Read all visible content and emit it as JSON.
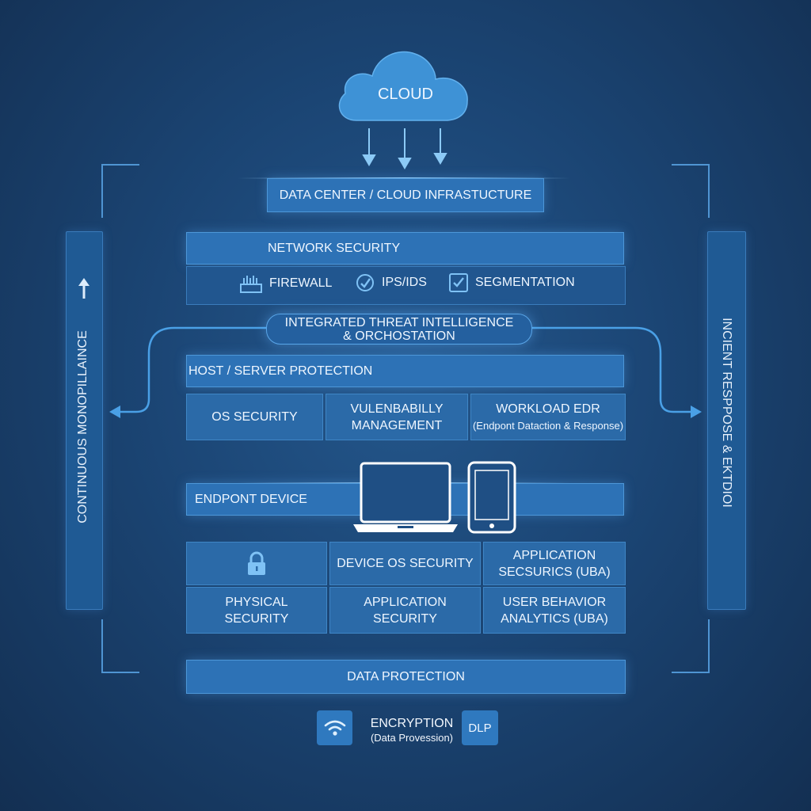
{
  "cloud": {
    "label": "CLOUD"
  },
  "data_center": {
    "label": "DATA CENTER / CLOUD INFRASTUCTURE"
  },
  "network": {
    "title": "NETWORK SECURITY",
    "items": [
      {
        "label": "FIREWALL",
        "icon": "firewall-icon"
      },
      {
        "label": "IPS/IDS",
        "icon": "gauge-icon"
      },
      {
        "label": "SEGMENTATION",
        "icon": "checklist-icon"
      }
    ]
  },
  "threat": {
    "line1": "INTEGRATED THREAT INTELLIGENCE",
    "line2": "& ORCHOSTATION"
  },
  "host": {
    "title": "HOST / SERVER PROTECTION",
    "cells": [
      {
        "line1": "OS SECURITY",
        "line2": ""
      },
      {
        "line1": "VULENBABILLY",
        "line2": "MANAGEMENT"
      },
      {
        "line1": "WORKLOAD EDR",
        "line2": "(Endpont Dataction & Response)"
      }
    ]
  },
  "endpoint": {
    "title": "ENDPONT DEVICE",
    "cells": [
      {
        "line1": "",
        "line2": "",
        "icon": "lock-icon"
      },
      {
        "line1": "DEVICE OS SECURITY",
        "line2": ""
      },
      {
        "line1": "APPLICATION",
        "line2": "SECSURICS (UBA)"
      },
      {
        "line1": "PHYSICAL",
        "line2": "SECURITY"
      },
      {
        "line1": "APPLICATION",
        "line2": "SECURITY"
      },
      {
        "line1": "USER BEHAVIOR",
        "line2": "ANALYTICS (UBA)"
      }
    ]
  },
  "data_protection": {
    "title": "DATA PROTECTION",
    "encryption": {
      "line1": "ENCRYPTION",
      "line2": "(Data Provession)",
      "icon": "wifi-icon"
    },
    "dlp": "DLP"
  },
  "left_panel": {
    "label": "CONTINUOUS MONOPILLAINCE"
  },
  "right_panel": {
    "label": "INCIENT RESPPOSE & EKTDIOI"
  },
  "colors": {
    "background": "#1b4574",
    "bar": "#2d72b6",
    "cell": "#2b6aa8",
    "accent": "#5aa6e8"
  }
}
